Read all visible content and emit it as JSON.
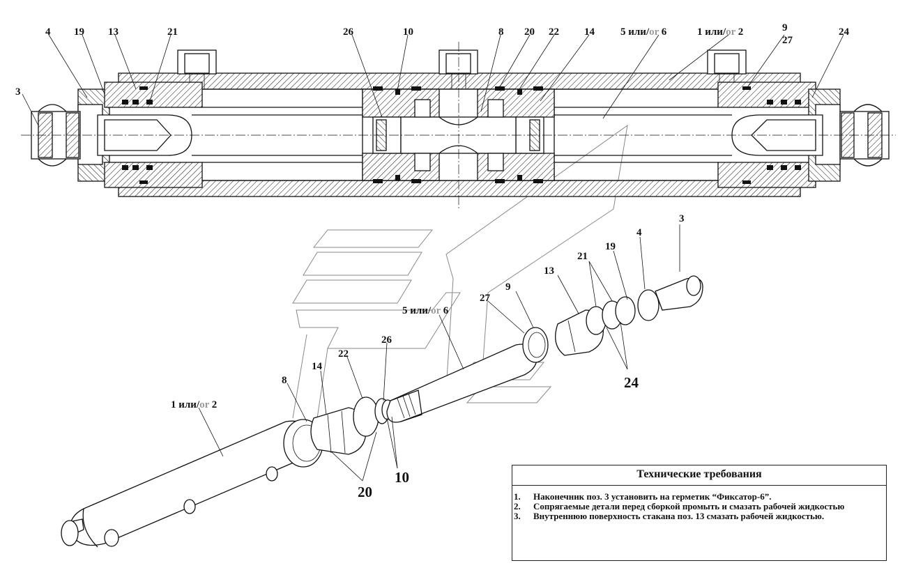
{
  "labels": {
    "top": {
      "p4": "4",
      "p19": "19",
      "p13": "13",
      "p21": "21",
      "p26": "26",
      "p10": "10",
      "p8": "8",
      "p20": "20",
      "p22": "22",
      "p14": "14",
      "p5or6_a": "5",
      "p5or6_ili": " или/",
      "p5or6_or": "or",
      "p5or6_b": " 6",
      "p1or2_a": "1",
      "p1or2_ili": " или/",
      "p1or2_or": "or",
      "p1or2_b": " 2",
      "p9": "9",
      "p27": "27",
      "p24": "24",
      "p3": "3"
    },
    "exploded": {
      "p3": "3",
      "p4": "4",
      "p19": "19",
      "p21": "21",
      "p13": "13",
      "p9": "9",
      "p27": "27",
      "p24": "24",
      "p5or6_a": "5",
      "p5or6_ili": " или/",
      "p5or6_or": "or",
      "p5or6_b": " 6",
      "p26": "26",
      "p22": "22",
      "p14": "14",
      "p8": "8",
      "p1or2_a": "1",
      "p1or2_ili": " или/",
      "p1or2_or": "or",
      "p1or2_b": " 2",
      "p10": "10",
      "p20": "20"
    }
  },
  "tech": {
    "title": "Технические требования",
    "items": [
      {
        "num": "1.",
        "text": "Наконечник поз. 3 установить на герметик “Фиксатор-6”."
      },
      {
        "num": "2.",
        "text": "Сопрягаемые детали перед сборкой промыть и смазать рабочей жидкостью"
      },
      {
        "num": "3.",
        "text": "Внутреннюю поверхность стакана поз. 13 смазать рабочей жидкостью."
      }
    ]
  }
}
